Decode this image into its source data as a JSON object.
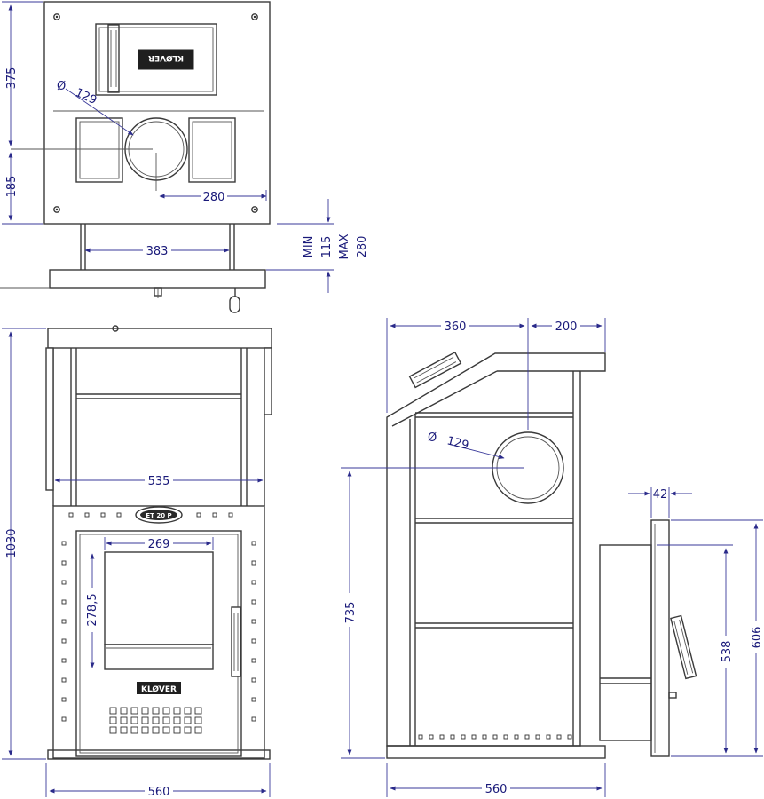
{
  "dimensions": {
    "top_height_upper": "375",
    "top_height_lower": "185",
    "flue_diameter_top_symbol": "Ø",
    "flue_diameter_top_value": "129",
    "flue_offset": "280",
    "leg_spacing": "383",
    "adjust_min_label": "MIN",
    "adjust_min_value": "115",
    "adjust_max_label": "MAX",
    "adjust_max_value": "280",
    "front_total_height": "1030",
    "front_inner_width": "535",
    "glass_width": "269",
    "glass_height": "278,5",
    "front_width": "560",
    "side_depth_upper": "360",
    "side_depth_front": "200",
    "side_flue_symbol": "Ø",
    "side_flue_value": "129",
    "door_depth": "42",
    "flue_height": "735",
    "door_height_inner": "538",
    "door_height_outer": "606",
    "side_width": "560"
  },
  "labels": {
    "brand_plate": "KLØVER",
    "badge_text": "ET 20 P"
  }
}
